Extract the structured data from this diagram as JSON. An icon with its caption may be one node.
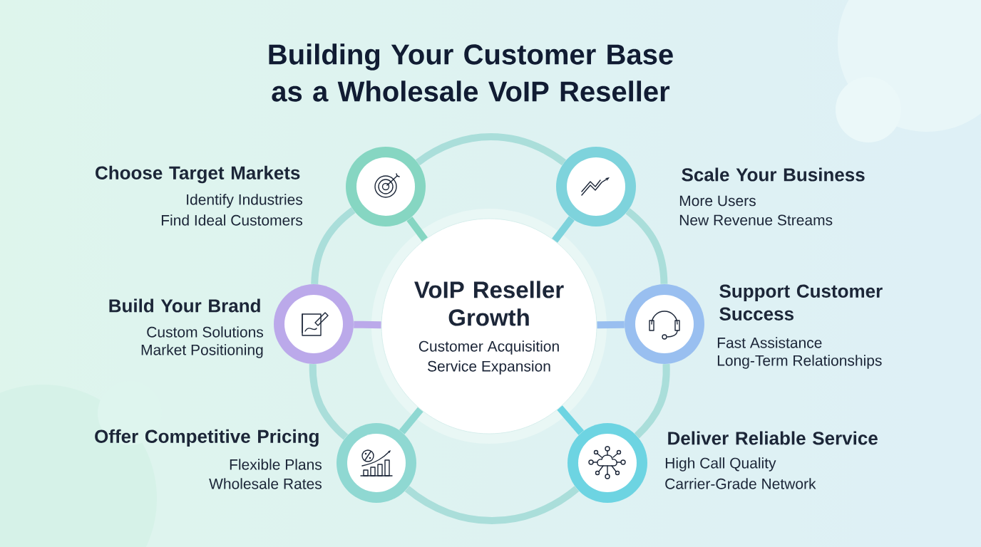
{
  "diagram": {
    "title": "Building Your Customer Base as a Wholesale VoIP Reseller",
    "nodes": [
      {
        "text": [
          "VoIP Reseller Growth",
          "Customer Acquisition",
          "Service Expansion"
        ]
      },
      {
        "text": [
          "Choose Target Markets",
          "Identify Industries",
          "Find Ideal Customers"
        ]
      },
      {
        "text": [
          "Scale Your Business",
          "More Users",
          "New Revenue Streams"
        ]
      },
      {
        "text": [
          "Build Your Brand",
          "Custom Solutions",
          "Market Positioning"
        ]
      },
      {
        "text": [
          "Support Customer Success",
          "Fast Assistance",
          "Long-Term Relationships"
        ]
      },
      {
        "text": [
          "Offer Competitive Pricing",
          "Flexible Plans",
          "Wholesale Rates"
        ]
      },
      {
        "text": [
          "Deliver Reliable Service",
          "High Call Quality",
          "Carrier-Grade Network"
        ]
      }
    ],
    "edges": [
      {
        "from": 0,
        "to": 1,
        "arrow": "none",
        "color": "#86d6c2"
      },
      {
        "from": 0,
        "to": 2,
        "arrow": "none",
        "color": "#7ed3dc"
      },
      {
        "from": 0,
        "to": 3,
        "arrow": "none",
        "color": "#bba9ea"
      },
      {
        "from": 0,
        "to": 4,
        "arrow": "none",
        "color": "#99bff0"
      },
      {
        "from": 0,
        "to": 5,
        "arrow": "none",
        "color": "#8fd8d2"
      },
      {
        "from": 0,
        "to": 6,
        "arrow": "none",
        "color": "#6dd4e2"
      },
      {
        "from": 1,
        "to": 2,
        "arrow": "none"
      },
      {
        "from": 2,
        "to": 4,
        "arrow": "none"
      },
      {
        "from": 4,
        "to": 6,
        "arrow": "none"
      },
      {
        "from": 6,
        "to": 5,
        "arrow": "none"
      },
      {
        "from": 5,
        "to": 3,
        "arrow": "none"
      },
      {
        "from": 3,
        "to": 1,
        "arrow": "none"
      }
    ]
  }
}
